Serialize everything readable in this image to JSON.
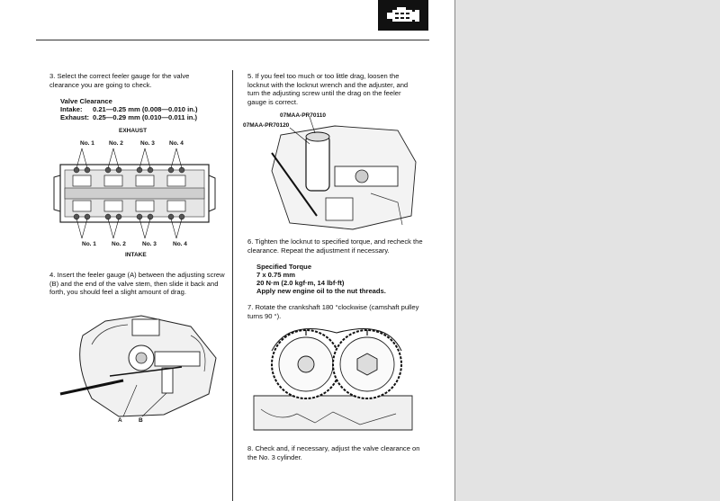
{
  "step3": {
    "text": "3.  Select the correct feeler gauge for the valve clearance you are going to check.",
    "heading": "Valve Clearance",
    "intake_label": "Intake:",
    "intake_value": "0.21—0.25 mm (0.008—0.010 in.)",
    "exhaust_label": "Exhaust:",
    "exhaust_value": "0.25—0.29 mm (0.010—0.011 in.)"
  },
  "figure_valves": {
    "top_label": "EXHAUST",
    "bottom_label": "INTAKE",
    "top_numbers": [
      "No. 1",
      "No. 2",
      "No. 3",
      "No. 4"
    ],
    "bottom_numbers": [
      "No. 1",
      "No. 2",
      "No. 3",
      "No. 4"
    ]
  },
  "step4": {
    "text": "4.  Insert the feeler gauge (A) between the adjusting screw (B) and the end of the valve stem, then slide it back and forth, you should feel a slight amount of drag.",
    "label_a": "A",
    "label_b": "B"
  },
  "step5": {
    "text": "5.  If you feel too much or too little drag, loosen the locknut with the locknut wrench and the adjuster, and turn the adjusting screw until the drag on the feeler gauge is correct.",
    "tool1": "07MAA-PR70110",
    "tool2": "07MAA-PR70120"
  },
  "step6": {
    "text": "6.  Tighten the locknut to specified torque, and recheck the clearance. Repeat the adjustment if necessary.",
    "heading": "Specified Torque",
    "line1": "7 x 0.75 mm",
    "line2": "20 N·m (2.0 kgf·m, 14 lbf·ft)",
    "line3": "Apply new engine oil to the nut threads."
  },
  "step7": {
    "text": "7.  Rotate the crankshaft 180 °clockwise (camshaft pulley turns 90 °)."
  },
  "step8": {
    "text": "8.  Check and, if necessary, adjust the valve clearance on the No. 3 cylinder."
  },
  "icons": {
    "header": "engine-icon"
  }
}
